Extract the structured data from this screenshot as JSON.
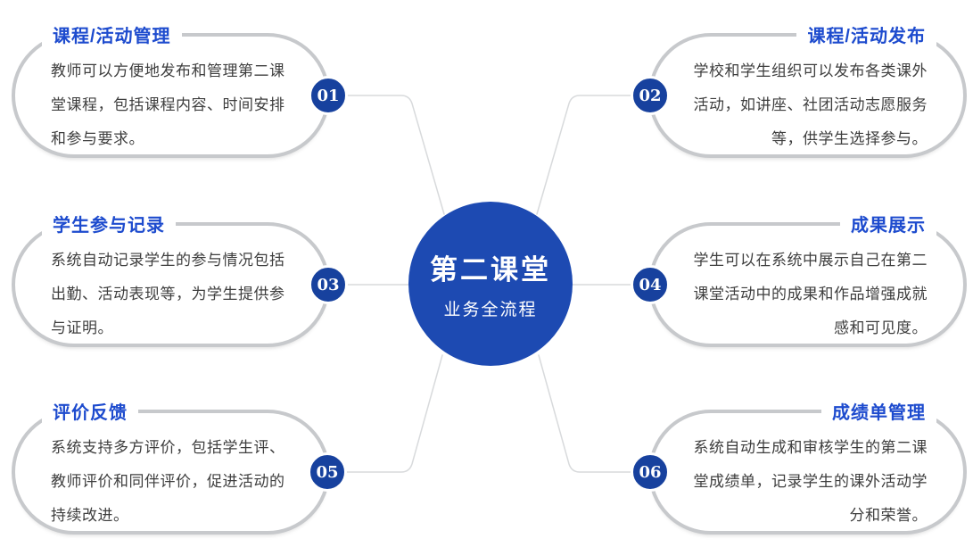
{
  "center": {
    "title": "第二课堂",
    "subtitle": "业务全流程"
  },
  "colors": {
    "hub_blue": "#1d4ab2",
    "badge_blue": "#17419e",
    "title_blue": "#1d4bce",
    "body_text": "#3e3e3e",
    "card_border_gray": "#c7c9cc",
    "connector_gray": "#d8dadc"
  },
  "cards": [
    {
      "num": "01",
      "title": "课程/活动管理",
      "text": "教师可以方便地发布和管理第二课堂课程，包括课程内容、时间安排和参与要求。"
    },
    {
      "num": "02",
      "title": "课程/活动发布",
      "text": "学校和学生组织可以发布各类课外活动，如讲座、社团活动志愿服务等，供学生选择参与。"
    },
    {
      "num": "03",
      "title": "学生参与记录",
      "text": "系统自动记录学生的参与情况包括出勤、活动表现等，为学生提供参与证明。"
    },
    {
      "num": "04",
      "title": "成果展示",
      "text": "学生可以在系统中展示自己在第二课堂活动中的成果和作品增强成就感和可见度。"
    },
    {
      "num": "05",
      "title": "评价反馈",
      "text": "系统支持多方评价，包括学生评、教师评价和同伴评价，促进活动的持续改进。"
    },
    {
      "num": "06",
      "title": "成绩单管理",
      "text": "系统自动生成和审核学生的第二课堂成绩单，记录学生的课外活动学分和荣誉。"
    }
  ]
}
